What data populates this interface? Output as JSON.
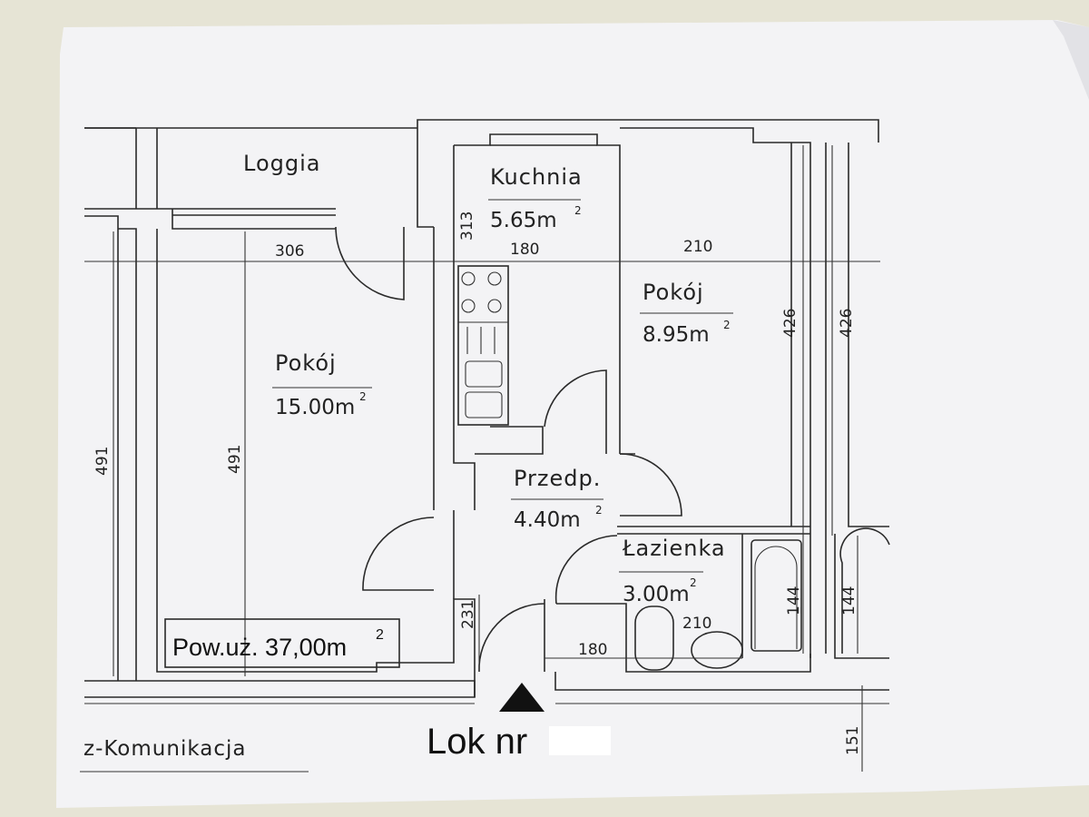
{
  "rooms": {
    "loggia": {
      "name": "Loggia"
    },
    "kitchen": {
      "name": "Kuchnia",
      "area": "5.65m",
      "area_sup": "2"
    },
    "room_big": {
      "name": "Pokój",
      "area": "15.00m",
      "area_sup": "2"
    },
    "room_small": {
      "name": "Pokój",
      "area": "8.95m",
      "area_sup": "2"
    },
    "hall": {
      "name": "Przedp.",
      "area": "4.40m",
      "area_sup": "2"
    },
    "bathroom": {
      "name": "Łazienka",
      "area": "3.00m",
      "area_sup": "2"
    }
  },
  "dimensions": {
    "d306": "306",
    "d180_top": "180",
    "d210_top": "210",
    "d313": "313",
    "d491_left": "491",
    "d491_inner": "491",
    "d426_a": "426",
    "d426_b": "426",
    "d231": "231",
    "d180_bottom": "180",
    "d210_bottom": "210",
    "d144_a": "144",
    "d144_b": "144",
    "d151": "151"
  },
  "usable_area": {
    "label": "Pow.uż. 37,00m",
    "sup": "2"
  },
  "unit_label": "Lok nr",
  "communication_label": "z-Komunikacja",
  "colors": {
    "paper": "#f4f4f6",
    "ink": "#222222",
    "wall": "#e6e4d5"
  }
}
